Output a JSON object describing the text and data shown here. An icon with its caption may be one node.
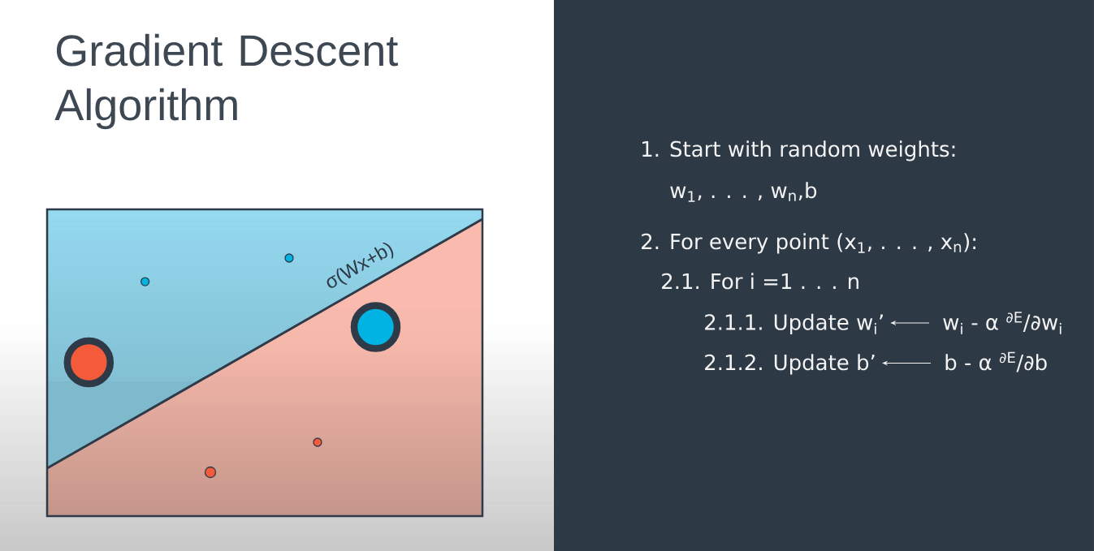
{
  "diagram": {
    "title": "Gradient Descent Algorithm",
    "nodes": [
      {
        "text": [
          "2.1.1. Update w$_{i}$’"
        ]
      },
      {
        "text": [
          "w$_{i}$ - α $^{∂E}$/∂w$_{i}$"
        ]
      },
      {
        "text": [
          "2.1.2. Update b’"
        ]
      },
      {
        "text": [
          "b - α $^{∂E}$/∂b"
        ]
      }
    ],
    "edges": [
      {
        "from": 1,
        "to": 0,
        "arrow": "to"
      },
      {
        "from": 3,
        "to": 2,
        "arrow": "to"
      }
    ],
    "labels": [
      "σ(Wx+b)",
      "1. Start with random weights:",
      "w$_{1}$, . . . , w$_{n}$,b",
      "2. For every point (x$_{1}$, . . . , x$_{n}$):",
      "2.1. For i =1 . . . n"
    ]
  }
}
